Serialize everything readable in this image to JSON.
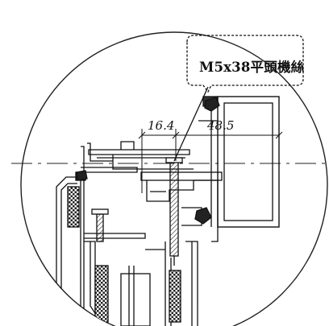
{
  "callout": {
    "label": "M5x38平頭機絲"
  },
  "dimensions": [
    {
      "id": "gap",
      "value": "16.4"
    },
    {
      "id": "frame",
      "value": "48.5"
    }
  ],
  "colors": {
    "ink": "#111111",
    "paper": "#ffffff",
    "hatch": "#222222"
  }
}
